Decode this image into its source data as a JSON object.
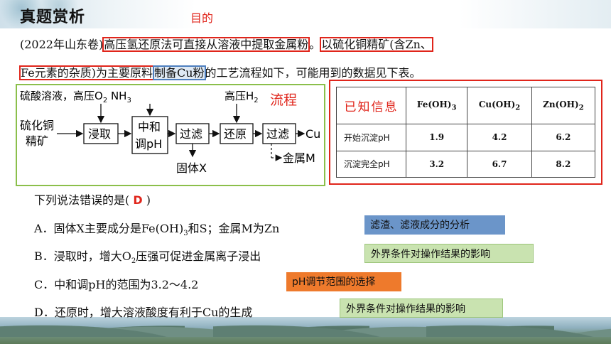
{
  "title": "真题赏析",
  "annotations": {
    "purpose": "目的",
    "flow": "流程"
  },
  "paragraph": {
    "source": "(2022年山东卷)",
    "highlight_method": "高压氢还原法可直接从溶液中提取金属粉",
    "after_method": "。",
    "highlight_material_1": "以硫化铜精矿(含Zn、",
    "highlight_material_2": "Fe元素的杂质)为主要原料",
    "highlight_product": "制备Cu粉",
    "tail": "的工艺流程如下，可能用到的数据见下表。"
  },
  "flowchart": {
    "reagent_left": "硫酸溶液，高压O",
    "reagent_left_sub": "2",
    "reagent_nh3": " NH",
    "reagent_nh3_sub": "3",
    "reagent_h2": "高压H",
    "reagent_h2_sub": "2",
    "feed_line1": "硫化铜",
    "feed_line2": "精矿",
    "step_leach": "浸取",
    "step_neutralize_1": "中和",
    "step_neutralize_2": "调pH",
    "step_filter1": "过滤",
    "step_reduce": "还原",
    "step_filter2": "过滤",
    "product_cu": "Cu",
    "solid_x": "固体X",
    "metal_m": "金属M"
  },
  "table": {
    "header_label": "已知信息",
    "columns": [
      {
        "base": "Fe(OH)",
        "sub": "3"
      },
      {
        "base": "Cu(OH)",
        "sub": "2"
      },
      {
        "base": "Zn(OH)",
        "sub": "2"
      }
    ],
    "rows": [
      {
        "label": "开始沉淀pH",
        "values": [
          "1.9",
          "4.2",
          "6.2"
        ]
      },
      {
        "label": "沉淀完全pH",
        "values": [
          "3.2",
          "6.7",
          "8.2"
        ]
      }
    ]
  },
  "question": {
    "prefix": "下列说法错误的是(",
    "answer": "D",
    "suffix": ")"
  },
  "options": {
    "A": {
      "pre": "A．固体X主要成分是Fe(OH)",
      "sub": "3",
      "post": "和S；金属M为Zn"
    },
    "B": {
      "pre": "B．浸取时，增大O",
      "sub": "2",
      "post": "压强可促进金属离子浸出"
    },
    "C": {
      "text": "C．中和调pH的范围为3.2～4.2"
    },
    "D": {
      "text": "D．还原时，增大溶液酸度有利于Cu的生成"
    }
  },
  "tags": {
    "a": "滤渣、滤液成分的分析",
    "b": "外界条件对操作结果的影响",
    "c": "pH调节范围的选择",
    "d": "外界条件对操作结果的影响"
  },
  "colors": {
    "accent_red": "#e0251b",
    "flow_border": "#8bbf4b",
    "tag_blue": "#6b95c9",
    "tag_green": "#c9e3b0",
    "tag_orange": "#ee7a2c"
  }
}
